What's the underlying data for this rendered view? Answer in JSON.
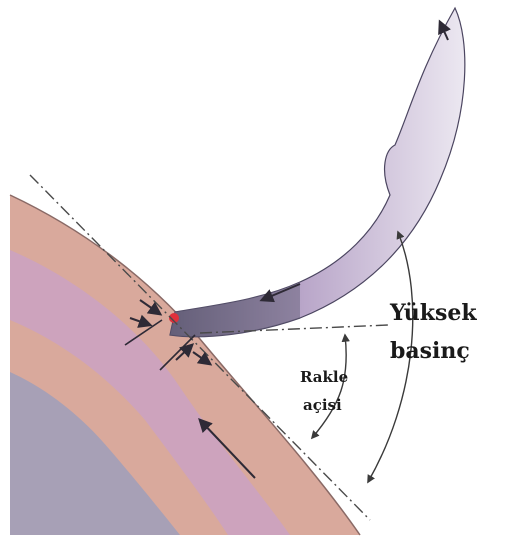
{
  "labels": {
    "high_pressure_line1": "Yüksek",
    "high_pressure_line2": "basinç",
    "angle_line1": "Rakle",
    "angle_line2": "açisi"
  },
  "colors": {
    "roller_outer": "#d9a99c",
    "roller_inner": "#c8a2c8",
    "roller_core": "#a7a0b6",
    "blade_light": "#ece8f1",
    "blade_mid": "#b9a6c9",
    "blade_dark": "#5c5670",
    "contact_point": "#e0303c",
    "arrow": "#2e2a36",
    "guide_line": "#4a4a4a"
  }
}
